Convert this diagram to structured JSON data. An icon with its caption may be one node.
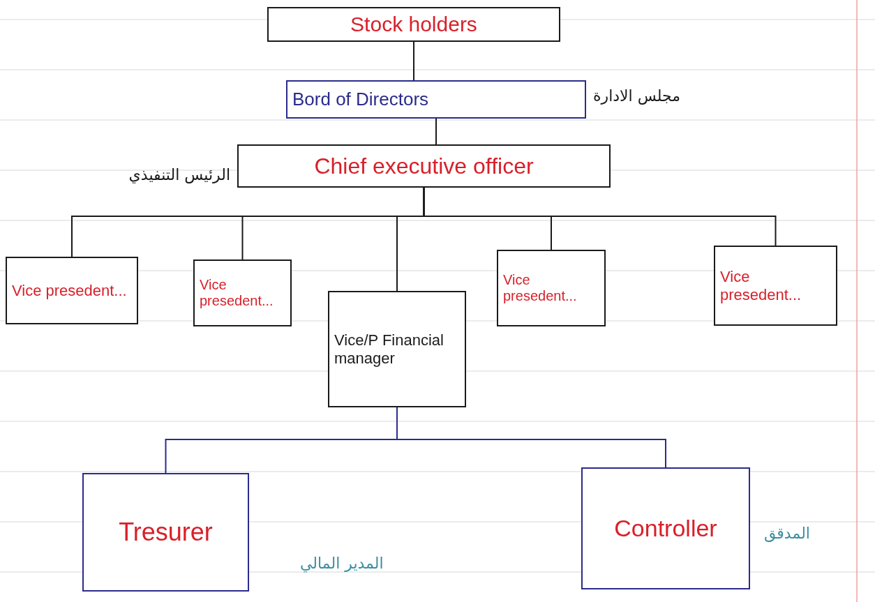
{
  "diagram": {
    "nodes": [
      {
        "text": [
          "Stock holders"
        ]
      },
      {
        "text": [
          "Bord of Directors"
        ],
        "beside": [
          "مجلس الادارة"
        ]
      },
      {
        "text": [
          "Chief executive officer"
        ],
        "beside": [
          "الرئيس التنفيذي"
        ]
      },
      {
        "text": [
          "Vice presedent..."
        ]
      },
      {
        "text": [
          "Vice presedent..."
        ]
      },
      {
        "text": [
          "Vice/P Financial manager"
        ]
      },
      {
        "text": [
          "Vice presedent..."
        ]
      },
      {
        "text": [
          "Vice presedent..."
        ]
      },
      {
        "text": [
          "Tresurer"
        ],
        "beside": [
          "المدير المالي"
        ]
      },
      {
        "text": [
          "Controller"
        ],
        "beside": [
          "المدقق"
        ]
      }
    ],
    "edges": [
      {
        "from": 0,
        "to": 1,
        "arrow": "none"
      },
      {
        "from": 1,
        "to": 2,
        "arrow": "none"
      },
      {
        "from": 2,
        "to": 3,
        "arrow": "none"
      },
      {
        "from": 2,
        "to": 4,
        "arrow": "none"
      },
      {
        "from": 2,
        "to": 5,
        "arrow": "none"
      },
      {
        "from": 2,
        "to": 6,
        "arrow": "none"
      },
      {
        "from": 2,
        "to": 7,
        "arrow": "none"
      },
      {
        "from": 5,
        "to": 8,
        "arrow": "none",
        "color": "#2b2b8c"
      },
      {
        "from": 5,
        "to": 9,
        "arrow": "none",
        "color": "#2b2b8c"
      }
    ]
  }
}
